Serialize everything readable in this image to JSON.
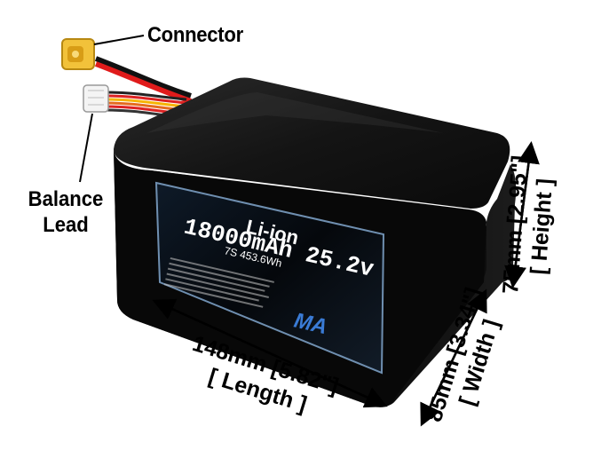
{
  "labels": {
    "connector": "Connector",
    "balance_lead": [
      "Balance",
      "Lead"
    ]
  },
  "dimensions": {
    "length": [
      "148mm [5.82\"]",
      "[ Length ]"
    ],
    "width": [
      "85mm [3.34\"]",
      "[ Width ]"
    ],
    "height": [
      "75mm [2.95\"]",
      "[ Height ]"
    ]
  },
  "battery_label": {
    "chemistry": "Li-ion",
    "capacity_voltage": "18000mAh 25.2v",
    "config": "7S 453.6Wh",
    "logo": "MA"
  },
  "colors": {
    "battery_body": "#0b0b0b",
    "label_border": "#6f8fb0",
    "connector_body": "#f2c23a",
    "wire_red": "#e01b1b"
  }
}
